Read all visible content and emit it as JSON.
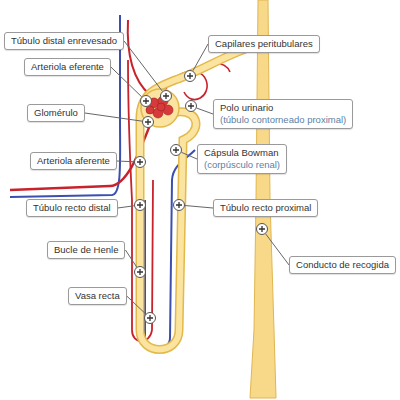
{
  "diagram": {
    "nodes": [
      {
        "text": [
          "Túbulo distal enrevesado"
        ]
      },
      {
        "text": [
          "Capilares peritubulares"
        ]
      },
      {
        "text": [
          "Arteriola eferente"
        ]
      },
      {
        "text": [
          "Glomérulo"
        ]
      },
      {
        "text": [
          "Polo urinario",
          "(túbulo contorneado proximal)"
        ]
      },
      {
        "text": [
          "Cápsula Bowman",
          "(corpúsculo renal)"
        ]
      },
      {
        "text": [
          "Arteriola aferente"
        ]
      },
      {
        "text": [
          "Túbulo recto distal"
        ]
      },
      {
        "text": [
          "Túbulo recto proximal"
        ]
      },
      {
        "text": [
          "Bucle de Henle"
        ]
      },
      {
        "text": [
          "Conducto de recogida"
        ]
      },
      {
        "text": [
          "Vasa recta"
        ]
      }
    ]
  }
}
